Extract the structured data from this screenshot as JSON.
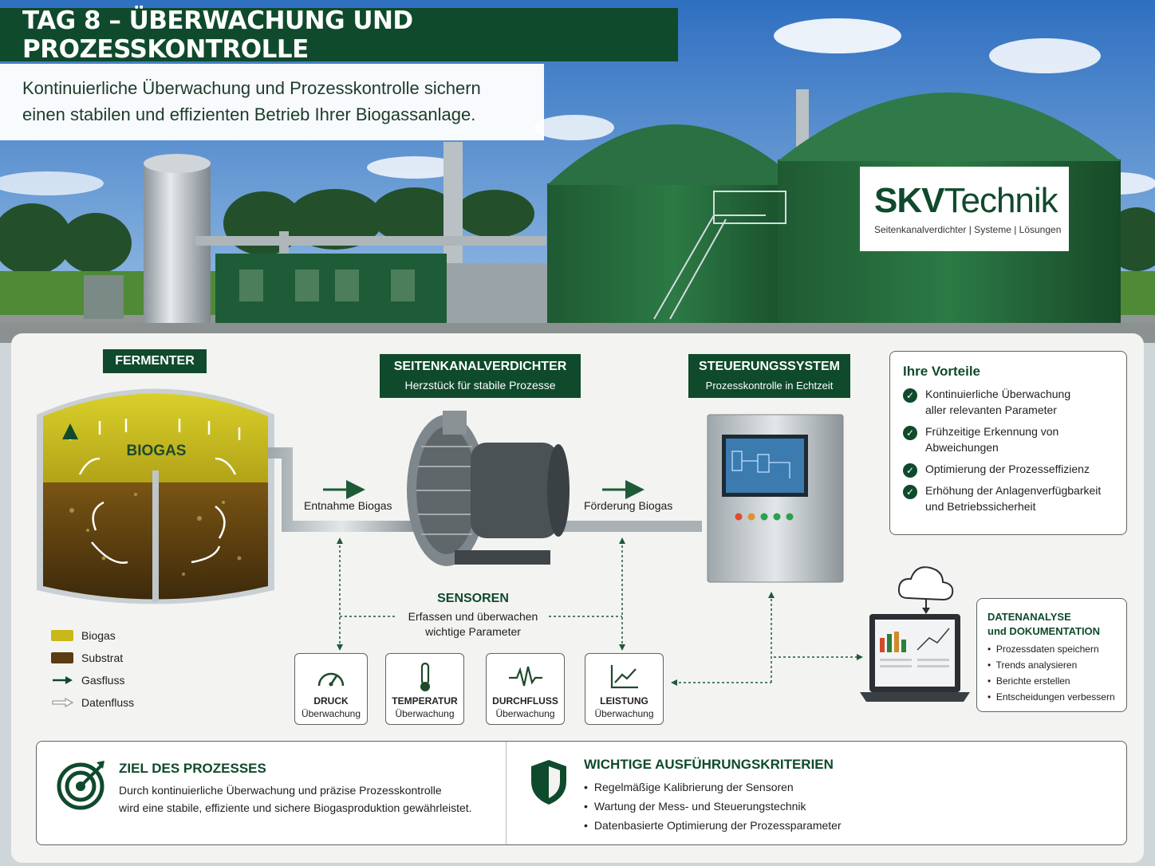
{
  "header": {
    "title": "TAG 8 – ÜBERWACHUNG UND PROZESSKONTROLLE",
    "subtitle_line1": "Kontinuierliche Überwachung und Prozesskontrolle sichern",
    "subtitle_line2": "einen stabilen und effizienten Betrieb Ihrer Biogassanlage."
  },
  "brand": {
    "name_bold": "SKV",
    "name_light": "Technik",
    "tagline": "Seitenkanalverdichter | Systeme | Lösungen"
  },
  "fermenter": {
    "label": "FERMENTER",
    "biogas_text": "BIOGAS"
  },
  "compressor": {
    "label": "SEITENKANALVERDICHTER",
    "sublabel": "Herzstück für stabile Prozesse"
  },
  "control": {
    "label": "STEUERUNGSSYSTEM",
    "sublabel": "Prozesskontrolle in Echtzeit"
  },
  "flows": {
    "intake": "Entnahme Biogas",
    "delivery": "Förderung Biogas"
  },
  "sensors": {
    "title": "SENSOREN",
    "desc_line1": "Erfassen und überwachen",
    "desc_line2": "wichtige Parameter",
    "items": [
      {
        "icon": "gauge-icon",
        "title": "DRUCK",
        "sub": "Überwachung"
      },
      {
        "icon": "thermometer-icon",
        "title": "TEMPERATUR",
        "sub": "Überwachung"
      },
      {
        "icon": "waveform-icon",
        "title": "DURCHFLUSS",
        "sub": "Überwachung"
      },
      {
        "icon": "trend-chart-icon",
        "title": "LEISTUNG",
        "sub": "Überwachung"
      }
    ]
  },
  "benefits": {
    "title": "Ihre Vorteile",
    "items": [
      "Kontinuierliche Überwachung\naller relevanten Parameter",
      "Frühzeitige Erkennung von\nAbweichungen",
      "Optimierung der Prozesseffizienz",
      "Erhöhung der Anlagenverfügbarkeit\nund Betriebssicherheit"
    ]
  },
  "data_analysis": {
    "title_line1": "DATENANALYSE",
    "title_line2": "und DOKUMENTATION",
    "items": [
      "Prozessdaten speichern",
      "Trends analysieren",
      "Berichte erstellen",
      "Entscheidungen verbessern"
    ]
  },
  "legend": {
    "items": [
      {
        "label": "Biogas",
        "color": "#c9b81a"
      },
      {
        "label": "Substrat",
        "color": "#5a3b12"
      },
      {
        "label": "Gasfluss",
        "color": "#0f4a2c"
      },
      {
        "label": "Datenfluss",
        "color": "#9aa0a0"
      }
    ]
  },
  "goal": {
    "title": "ZIEL DES PROZESSES",
    "line1": "Durch kontinuierliche Überwachung und präzise Prozesskontrolle",
    "line2": "wird eine stabile, effiziente und sichere Biogasproduktion gewährleistet."
  },
  "criteria": {
    "title": "WICHTIGE AUSFÜHRUNGSKRITERIEN",
    "items": [
      "Regelmäßige Kalibrierung der Sensoren",
      "Wartung der Mess- und Steuerungstechnik",
      "Datenbasierte Optimierung der Prozessparameter"
    ]
  },
  "colors": {
    "brand_green": "#0f4a2c",
    "biogas_yellow": "#c9b81a",
    "substrate_brown": "#5a3b12"
  }
}
